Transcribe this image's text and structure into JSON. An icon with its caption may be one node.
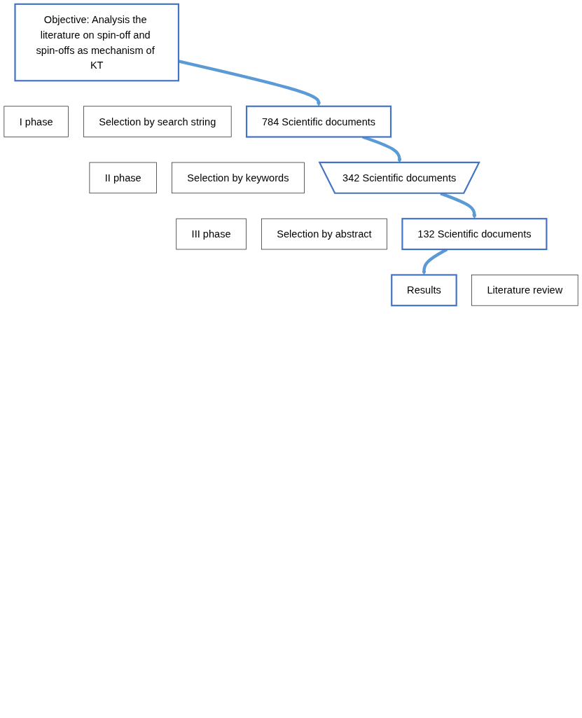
{
  "diagram": {
    "nodes": [
      {
        "text": [
          "Objective: Analysis the literature on spin-off and spin-offs as mechanism of KT"
        ]
      },
      {
        "text": [
          "I phase"
        ]
      },
      {
        "text": [
          "Selection by search string"
        ]
      },
      {
        "text": [
          "784 Scientific documents"
        ]
      },
      {
        "text": [
          "II phase"
        ]
      },
      {
        "text": [
          "Selection by keywords"
        ]
      },
      {
        "text": [
          "342 Scientific documents"
        ]
      },
      {
        "text": [
          "III phase"
        ]
      },
      {
        "text": [
          "Selection by abstract"
        ]
      },
      {
        "text": [
          "132 Scientific documents"
        ]
      },
      {
        "text": [
          "Literature review"
        ]
      },
      {
        "text": [
          "Results"
        ]
      }
    ],
    "edges": [
      {
        "from": 0,
        "to": 3,
        "arrow": "to"
      },
      {
        "from": 3,
        "to": 6,
        "arrow": "to"
      },
      {
        "from": 6,
        "to": 9,
        "arrow": "to"
      },
      {
        "from": 9,
        "to": 11,
        "arrow": "to"
      }
    ]
  }
}
